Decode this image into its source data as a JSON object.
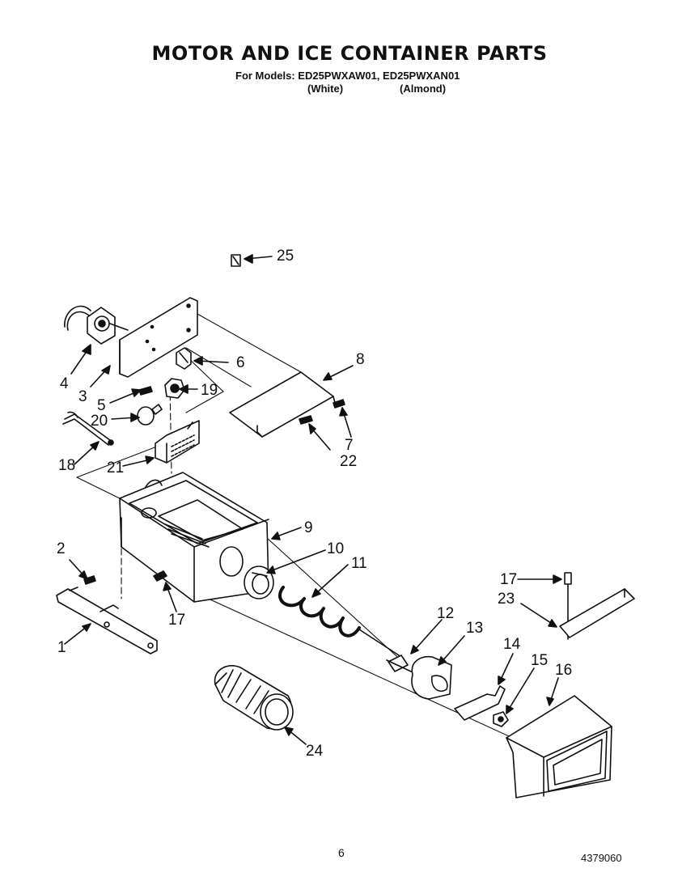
{
  "header": {
    "title": "MOTOR AND ICE CONTAINER PARTS",
    "models_line": "For Models: ED25PWXAW01, ED25PWXAN01",
    "variant_white": "(White)",
    "variant_almond": "(Almond)"
  },
  "callouts": [
    "1",
    "2",
    "3",
    "4",
    "5",
    "6",
    "7",
    "8",
    "9",
    "10",
    "11",
    "12",
    "13",
    "14",
    "15",
    "16",
    "17",
    "17",
    "18",
    "19",
    "20",
    "21",
    "22",
    "23",
    "24",
    "25"
  ],
  "footer": {
    "page_number": "6",
    "doc_number": "4379060"
  }
}
